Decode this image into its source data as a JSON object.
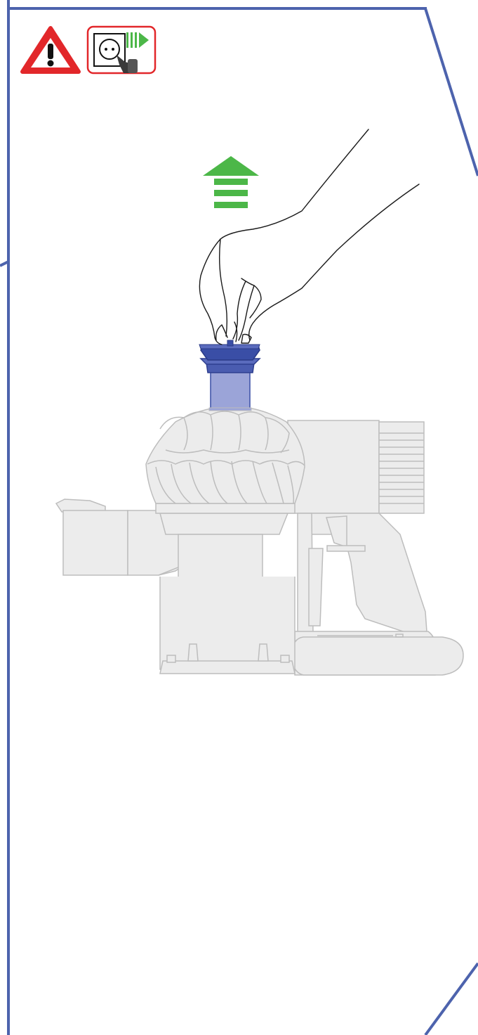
{
  "diagram": {
    "title": "",
    "step_action": "remove-filter-upward",
    "icons": {
      "warning": "warning-triangle-icon",
      "unplug": "unplug-from-socket-icon",
      "arrow": "lift-up-arrow-icon"
    },
    "parts": [
      "hand",
      "pre-motor-filter",
      "cyclone-assembly",
      "vacuum-body",
      "handle",
      "motor-housing",
      "battery",
      "nozzle",
      "bin"
    ]
  },
  "colors": {
    "frame": "#4d63ad",
    "warning_red": "#e2272a",
    "arrow_green": "#4cb748",
    "filter_blue_dark": "#3a4ea6",
    "filter_blue_light": "#9ba4d8",
    "body_fill": "#ececec",
    "body_stroke": "#bdbdbd",
    "hand_stroke": "#1a1a1a"
  }
}
